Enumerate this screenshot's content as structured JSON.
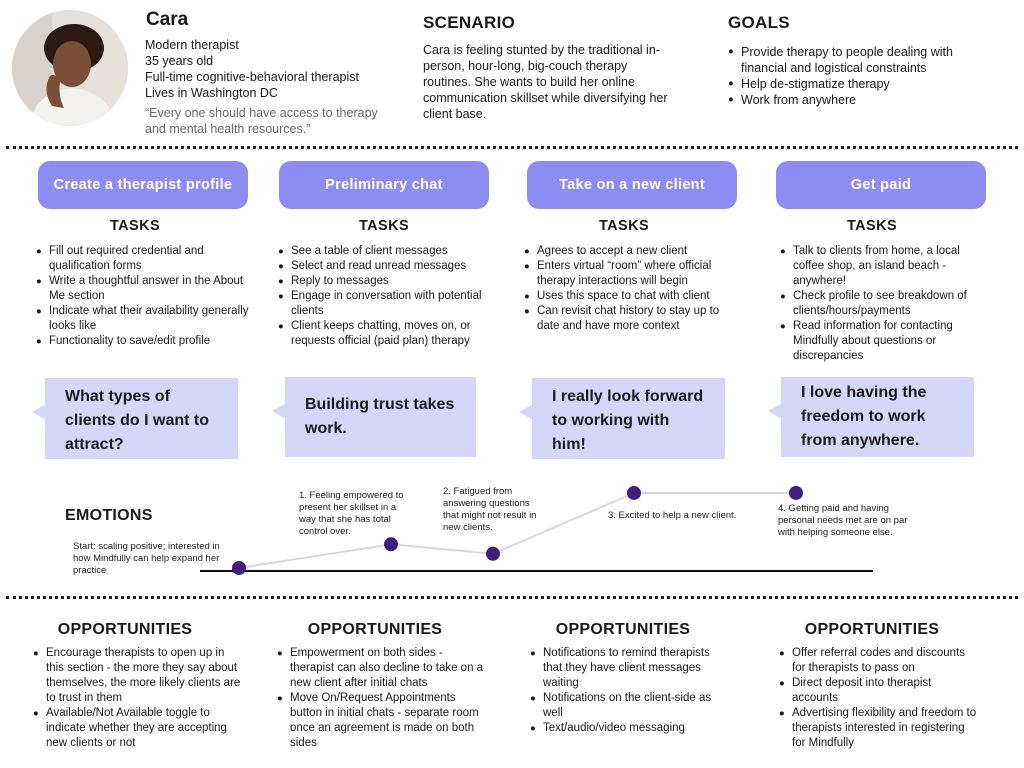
{
  "persona": {
    "name": "Cara",
    "lines": [
      "Modern therapist",
      "35 years old",
      "Full-time cognitive-behavioral therapist",
      "Lives in Washington DC"
    ],
    "quote": "“Every one should have access to therapy and mental health resources.”",
    "avatar_icon": "person-portrait-icon"
  },
  "scenario": {
    "title": "SCENARIO",
    "text": "Cara is feeling stunted by the traditional in-person, hour-long, big-couch therapy routines. She wants to build her online communication skillset while diversifying her client base."
  },
  "goals": {
    "title": "GOALS",
    "items": [
      "Provide therapy to people dealing with financial and logistical constraints",
      "Help de-stigmatize therapy",
      "Work from anywhere"
    ]
  },
  "colors": {
    "accent": "#8c8cf3",
    "bubble": "#d6d6f9",
    "point": "#3f1f7f",
    "line": "#d9d9d9"
  },
  "stages": [
    {
      "label": "Create a therapist profile",
      "tasks_heading": "TASKS",
      "tasks": [
        "Fill out required credential and qualification forms",
        "Write a thoughtful answer in the About Me section",
        "Indicate what their availability generally looks like",
        "Functionality to save/edit profile"
      ],
      "quote": "What types of clients do I want to attract?",
      "opp_heading": "OPPORTUNITIES",
      "opportunities": [
        "Encourage therapists to open up in this section - the more they say about themselves, the more likely clients are to trust in them",
        "Available/Not Available toggle to indicate whether they are accepting new clients or not"
      ]
    },
    {
      "label": "Preliminary chat",
      "tasks_heading": "TASKS",
      "tasks": [
        "See a table of client messages",
        "Select and read unread messages",
        "Reply to messages",
        "Engage in conversation with potential clients",
        "Client keeps chatting, moves on, or requests official (paid plan) therapy"
      ],
      "quote": "Building trust takes work.",
      "opp_heading": "OPPORTUNITIES",
      "opportunities": [
        "Empowerment on both sides - therapist can also decline to take on a new client after initial chats",
        "Move On/Request Appointments button in initial chats - separate room once an agreement is made on both sides"
      ]
    },
    {
      "label": "Take on a new client",
      "tasks_heading": "TASKS",
      "tasks": [
        "Agrees to accept a new client",
        "Enters virtual “room” where official therapy interactions will begin",
        "Uses this space to chat with client",
        "Can revisit chat history to stay up to date and have more context"
      ],
      "quote": "I really look forward to working with him!",
      "opp_heading": "OPPORTUNITIES",
      "opportunities": [
        "Notifications to remind therapists that they have client messages waiting",
        "Notifications on the client-side as well",
        "Text/audio/video messaging"
      ]
    },
    {
      "label": "Get paid",
      "tasks_heading": "TASKS",
      "tasks": [
        "Talk to clients from home, a local coffee shop, an island beach - anywhere!",
        "Check profile to see breakdown of clients/hours/payments",
        "Read information for contacting Mindfully about questions or discrepancies"
      ],
      "quote": "I love having the freedom to work from anywhere.",
      "opp_heading": "OPPORTUNITIES",
      "opportunities": [
        "Offer referral codes and discounts for therapists to pass on",
        "Direct deposit into therapist accounts",
        "Advertising flexibility and freedom to therapists interested in registering for Mindfully"
      ]
    }
  ],
  "emotions": {
    "title": "EMOTIONS",
    "points": [
      {
        "stage": "Start",
        "level": 0.0,
        "note": "Start: scaling positive; interested in how Mindfully can help expand her practice"
      },
      {
        "stage": "Preliminary chat",
        "level": 0.3,
        "note": "1. Feeling empowered to present her skillset in a way that she has total control over."
      },
      {
        "stage": "Preliminary chat",
        "level": 0.18,
        "note": "2. Fatigued from answering questions that might not result in new clients."
      },
      {
        "stage": "Take on a new client",
        "level": 0.95,
        "note": "3. Excited to help a new client."
      },
      {
        "stage": "Get paid",
        "level": 0.95,
        "note": "4. Getting paid and having personal needs met are on par with helping someone else."
      }
    ]
  }
}
